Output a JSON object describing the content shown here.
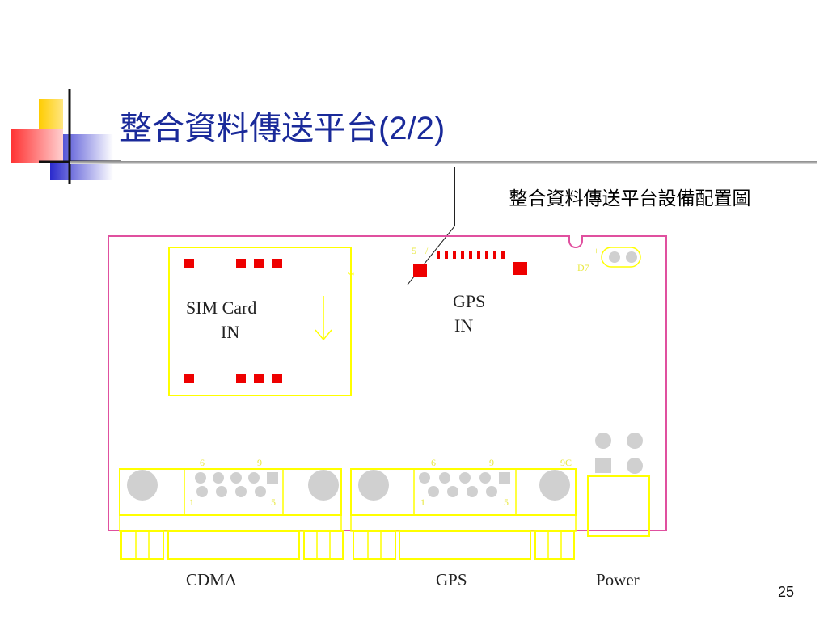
{
  "slide": {
    "title": "整合資料傳送平台",
    "title_suffix": "(2/2)",
    "page_number": "25"
  },
  "callout": {
    "text": "整合資料傳送平台設備配置圖"
  },
  "board": {
    "sim_card_label": "SIM Card",
    "sim_in_label": "IN",
    "gps_module_label": "GPS",
    "gps_in_label": "IN",
    "led_label": "D7",
    "led_plus": "+",
    "connector_gps_label": "GPS",
    "cdma_label": "CDMA",
    "gps_label": "GPS",
    "power_label": "Power",
    "pin6_a": "6",
    "pin9_a": "9",
    "pin1_a": "1",
    "pin5_a": "5",
    "pin6_b": "6",
    "pin9_b": "9",
    "pin1_b": "1",
    "pin5_b": "5",
    "pin_top_left": "5",
    "pin_right_b": "9C"
  },
  "colors": {
    "title": "#1a2a9a",
    "outline_pink": "#e0509f",
    "outline_yellow": "#ffff00",
    "pad_red": "#ee0000",
    "circle_gray": "#d0d0d0",
    "deco_yellow": "#ffcc00",
    "deco_red": "#ff3333",
    "deco_blue": "#3333cc"
  }
}
